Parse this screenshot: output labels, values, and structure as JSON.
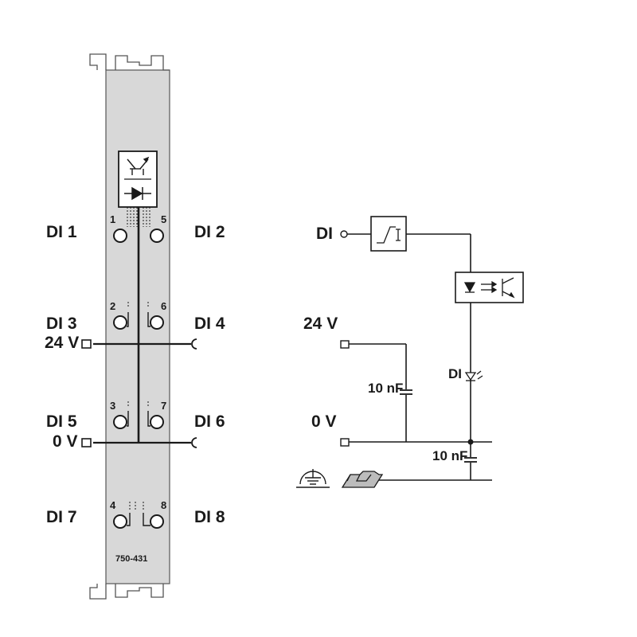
{
  "module": {
    "model": "750-431",
    "terminal_numbers": [
      "1",
      "5",
      "2",
      "6",
      "3",
      "7",
      "4",
      "8"
    ],
    "labels": {
      "di1": "DI 1",
      "di2": "DI 2",
      "di3": "DI 3",
      "di4": "DI 4",
      "di5": "DI 5",
      "di6": "DI 6",
      "di7": "DI 7",
      "di8": "DI 8",
      "v24": "24 V",
      "v0": "0 V"
    }
  },
  "schematic": {
    "input_label": "DI",
    "v24_label": "24 V",
    "v0_label": "0 V",
    "cap1_label": "10 nF",
    "cap2_label": "10 nF",
    "led_label": "DI"
  },
  "colors": {
    "module_fill": "#d8d8d8",
    "line": "#1a1a1a"
  }
}
